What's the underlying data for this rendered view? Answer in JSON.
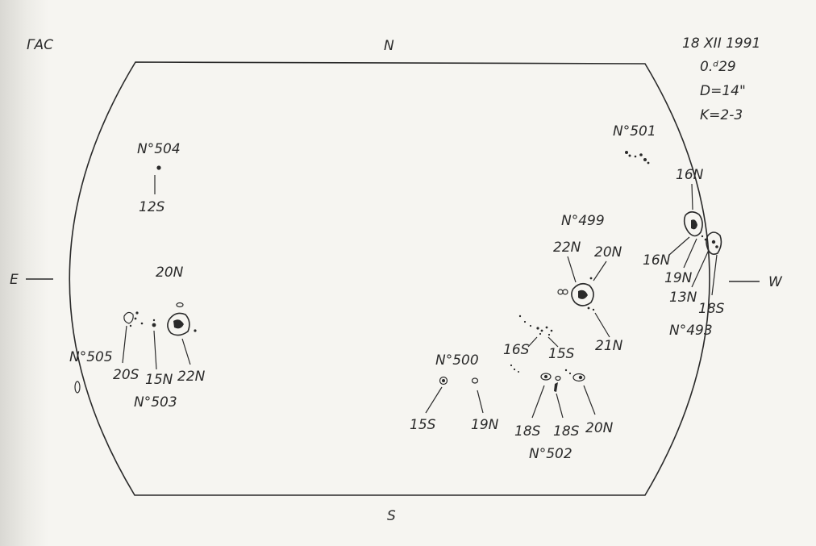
{
  "observatory": "ГАС",
  "observation": {
    "date": "18 XII 1991",
    "time": "0.ᵈ29",
    "diameter": "D=14\"",
    "quality": "K=2-3"
  },
  "directions": {
    "north": "N",
    "south": "S",
    "east": "E",
    "west": "W"
  },
  "groups": [
    {
      "number": "N°504",
      "spots": [
        "12S"
      ]
    },
    {
      "number": "N°501",
      "spots": []
    },
    {
      "number": "N°499",
      "spots": [
        "22N",
        "20N",
        "21N"
      ]
    },
    {
      "number": "N°493",
      "spots": [
        "16N",
        "16N",
        "19N",
        "13N",
        "18S"
      ]
    },
    {
      "number": "N°503",
      "spots": [
        "20N",
        "15N",
        "22N"
      ]
    },
    {
      "number": "N°505",
      "spots": [
        "20S"
      ]
    },
    {
      "number": "N°500",
      "spots": [
        "15S",
        "19N"
      ]
    },
    {
      "number": "N°502",
      "spots": [
        "16S",
        "15S",
        "18S",
        "18S",
        "20N"
      ]
    }
  ]
}
